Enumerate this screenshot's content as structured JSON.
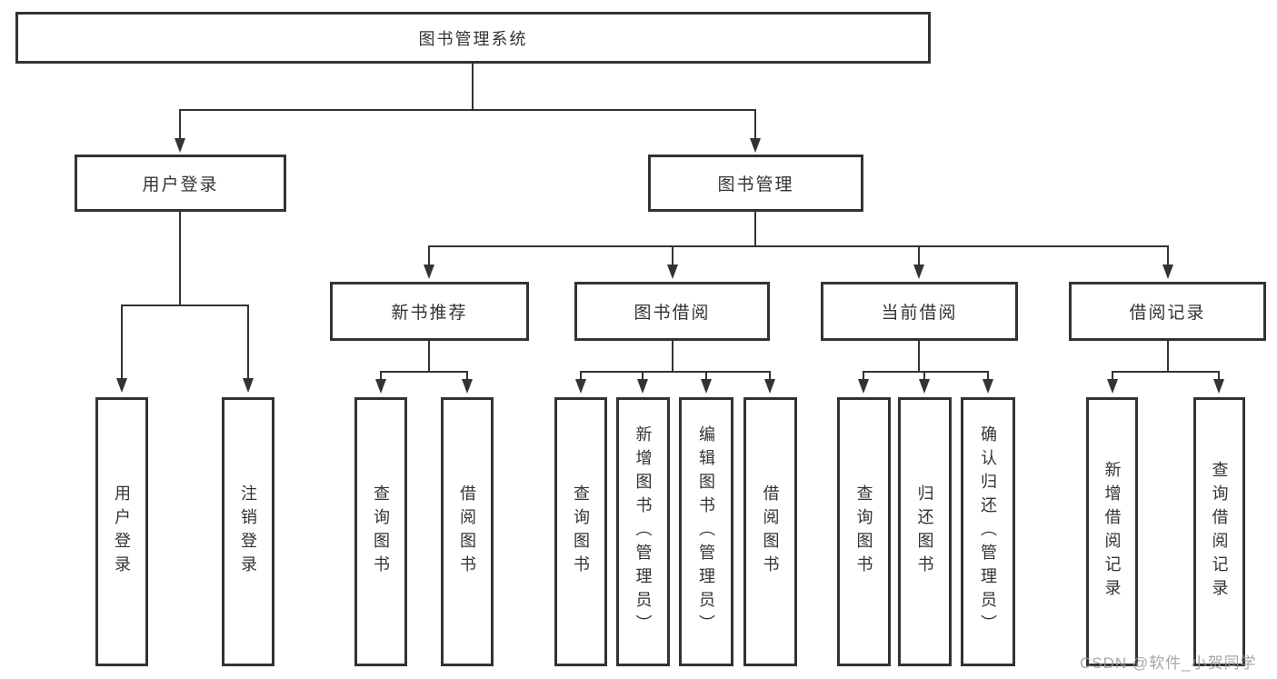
{
  "diagram": {
    "title_node": "图书管理系统",
    "colors": {
      "line": "#333333",
      "text": "#333333",
      "background": "#ffffff",
      "watermark": "#969696"
    },
    "tree": {
      "root": {
        "label": "图书管理系统",
        "children": [
          {
            "label": "用户登录",
            "children": [
              {
                "label": "用户登录"
              },
              {
                "label": "注销登录"
              }
            ]
          },
          {
            "label": "图书管理",
            "children": [
              {
                "label": "新书推荐",
                "children": [
                  {
                    "label": "查询图书"
                  },
                  {
                    "label": "借阅图书"
                  }
                ]
              },
              {
                "label": "图书借阅",
                "children": [
                  {
                    "label": "查询图书"
                  },
                  {
                    "label": "新增图书（管理员）"
                  },
                  {
                    "label": "编辑图书（管理员）"
                  },
                  {
                    "label": "借阅图书"
                  }
                ]
              },
              {
                "label": "当前借阅",
                "children": [
                  {
                    "label": "查询图书"
                  },
                  {
                    "label": "归还图书"
                  },
                  {
                    "label": "确认归还（管理员）"
                  }
                ]
              },
              {
                "label": "借阅记录",
                "children": [
                  {
                    "label": "新增借阅记录"
                  },
                  {
                    "label": "查询借阅记录"
                  }
                ]
              }
            ]
          }
        ]
      }
    },
    "watermark": "CSDN @软件_小贺同学"
  }
}
